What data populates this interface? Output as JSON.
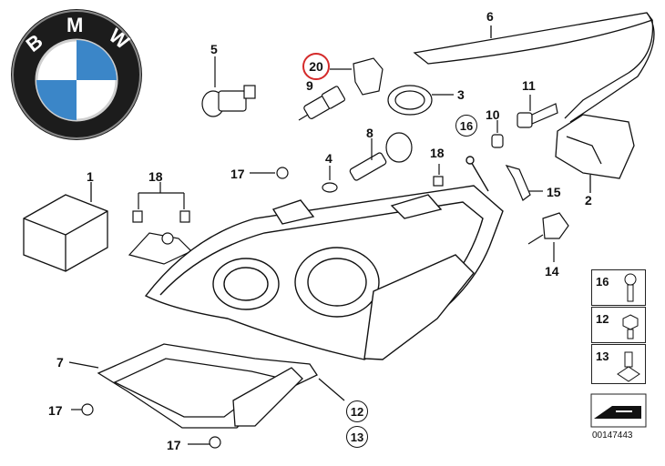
{
  "brand": {
    "logo_letters": [
      "B",
      "M",
      "W"
    ]
  },
  "parts": {
    "p1": "1",
    "p2": "2",
    "p3": "3",
    "p4": "4",
    "p5": "5",
    "p6": "6",
    "p7": "7",
    "p8": "8",
    "p9": "9",
    "p10": "10",
    "p11": "11",
    "p14": "14",
    "p15": "15",
    "p17a": "17",
    "p17b": "17",
    "p17c": "17",
    "p18a": "18",
    "p18b": "18"
  },
  "circled": {
    "c20": "20",
    "c16": "16",
    "c12": "12",
    "c13": "13"
  },
  "legend": {
    "l16": "16",
    "l12": "12",
    "l13": "13"
  },
  "reference": "00147443",
  "colors": {
    "highlight": "#d42a2a",
    "bmw_blue": "#3b86c8",
    "ink": "#111111"
  }
}
